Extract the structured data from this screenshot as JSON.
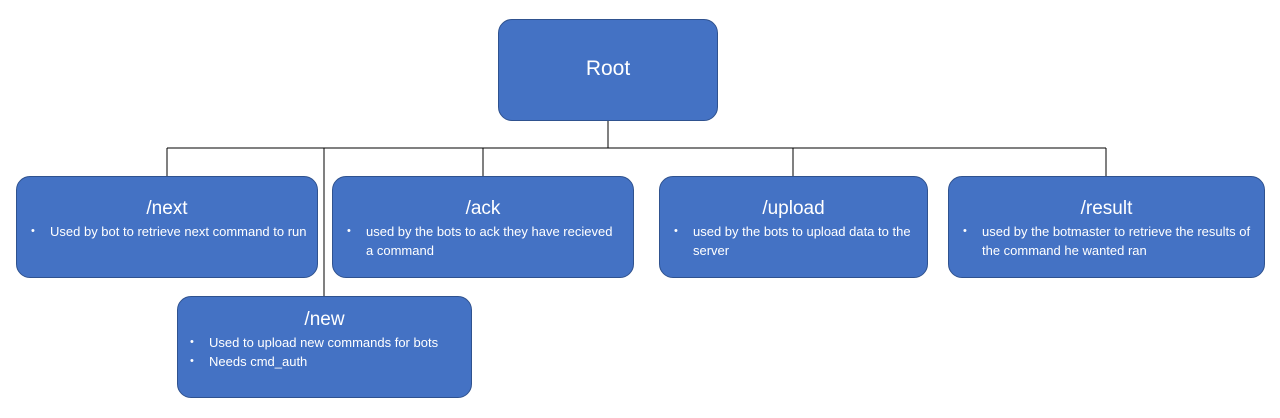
{
  "diagram": {
    "root": {
      "title": "Root"
    },
    "nodes": {
      "next": {
        "title": "/next",
        "bullets": [
          "Used by bot to retrieve next command to run"
        ]
      },
      "ack": {
        "title": "/ack",
        "bullets": [
          "used by the bots to ack they have recieved a command"
        ]
      },
      "upload": {
        "title": "/upload",
        "bullets": [
          "used by the bots to upload data to the server"
        ]
      },
      "result": {
        "title": "/result",
        "bullets": [
          "used by the botmaster to retrieve the results of the command  he wanted ran"
        ]
      },
      "new": {
        "title": "/new",
        "bullets": [
          "Used to upload new commands for bots",
          "Needs cmd_auth"
        ]
      }
    },
    "colors": {
      "node_fill": "#4472c4",
      "node_border": "#2f528f",
      "node_text": "#ffffff",
      "connector": "#000000"
    }
  }
}
